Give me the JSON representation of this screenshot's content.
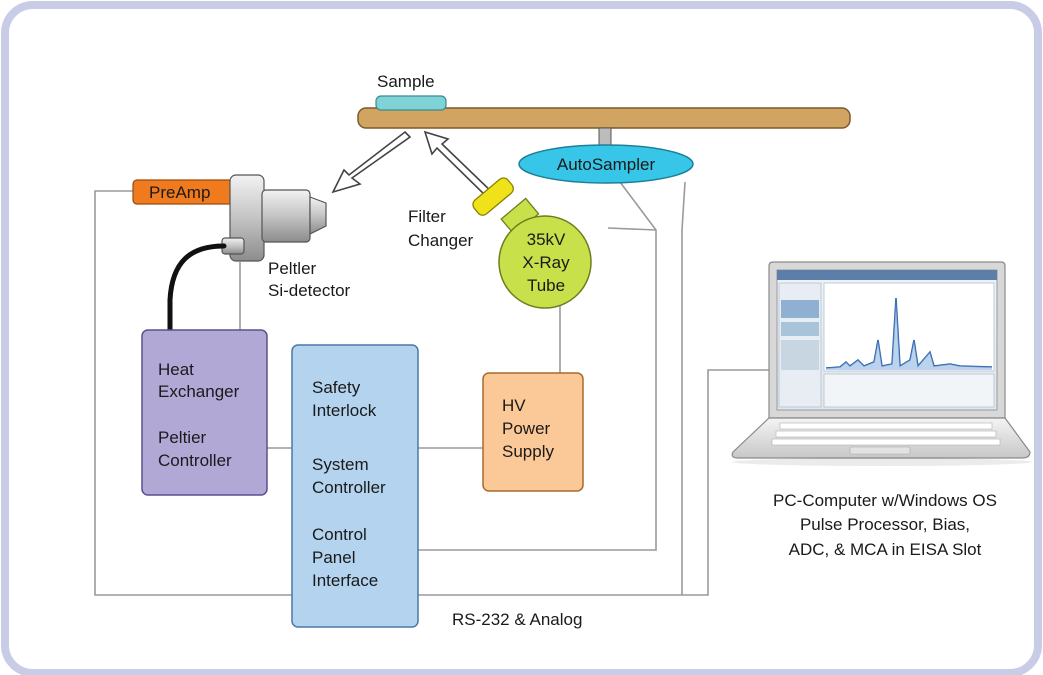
{
  "labels": {
    "sample": "Sample",
    "autosampler": "AutoSampler",
    "preamp": "PreAmp",
    "detector": [
      "Peltler",
      "Si-detector"
    ],
    "filter_changer": [
      "Filter",
      "Changer"
    ],
    "xray_tube": [
      "35kV",
      "X-Ray",
      "Tube"
    ],
    "heat_exchanger": [
      "Heat",
      "Exchanger",
      "Peltier",
      "Controller"
    ],
    "system_box": [
      "Safety",
      "Interlock",
      "System",
      "Controller",
      "Control",
      "Panel",
      "Interface"
    ],
    "hv_supply": [
      "HV",
      "Power",
      "Supply"
    ],
    "pc_caption": [
      "PC-Computer w/Windows OS",
      "Pulse Processor, Bias,",
      "ADC, & MCA in EISA Slot"
    ],
    "link_label": "RS-232 & Analog"
  },
  "colors": {
    "frame_border": "#c9cce6",
    "stage": "#d2a461",
    "sample": "#7fd3d6",
    "autosampler": "#37c6e8",
    "preamp": "#f07a1e",
    "filter": "#f0e21a",
    "xray_tube": "#c8e04a",
    "heat_exchanger": "#b2a8d6",
    "system_box": "#b3d3ee",
    "hv_supply": "#fbc897",
    "wire": "#9a9a9a"
  }
}
